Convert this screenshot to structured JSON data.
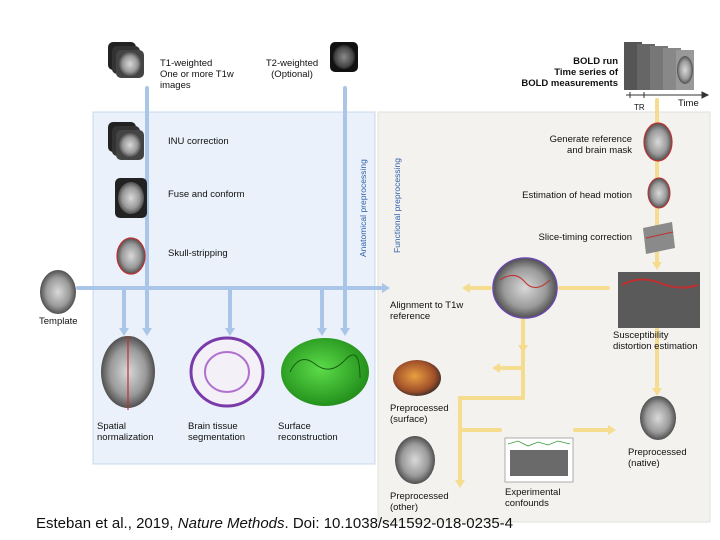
{
  "inputs": {
    "t1": "T1-weighted\nOne or more T1w\nimages",
    "t2": "T2-weighted\n(Optional)",
    "bold": "BOLD run\nTime series of\nBOLD measurements",
    "tr": "TR",
    "time": "Time"
  },
  "panels": {
    "anatomical": "Anatomical preprocessing",
    "functional": "Functional preprocessing"
  },
  "anatomical_steps": {
    "inu": "INU correction",
    "fuse": "Fuse and conform",
    "skull": "Skull-stripping"
  },
  "template": "Template",
  "anatomical_outputs": {
    "spatial": "Spatial\nnormalization",
    "tissue": "Brain tissue\nsegmentation",
    "surface": "Surface\nreconstruction"
  },
  "functional_steps": {
    "reference": "Generate reference\nand brain mask",
    "motion": "Estimation of head motion",
    "slicetiming": "Slice-timing correction",
    "alignment": "Alignment to T1w\nreference",
    "distortion": "Susceptibility\ndistortion estimation"
  },
  "functional_outputs": {
    "pp_surface": "Preprocessed\n(surface)",
    "pp_other": "Preprocessed\n(other)",
    "confounds": "Experimental\nconfounds",
    "pp_native": "Preprocessed\n(native)"
  },
  "citation": {
    "authors": "Esteban et al., 2019, ",
    "journal": "Nature Methods",
    "doi": ". Doi: 10.1038/s41592-018-0235-4"
  },
  "colors": {
    "anatomical_flow": "#a9c6e8",
    "functional_flow": "#f5dc8e",
    "anatomical_panel": "#eaf1fa",
    "functional_panel": "#f3f2ef"
  }
}
